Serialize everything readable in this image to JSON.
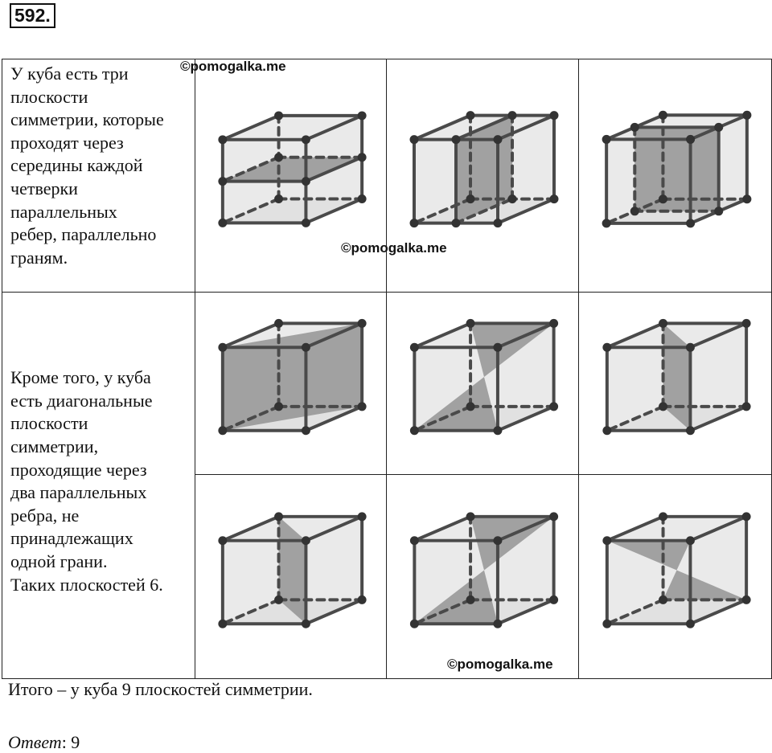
{
  "problem_number": "592.",
  "watermark": "©pomogalka.me",
  "block1_text_lines": [
    "У куба есть три",
    "плоскости",
    "симметрии, которые",
    "проходят через",
    "середины каждой",
    "четверки",
    "параллельных",
    "ребер, параллельно",
    "граням."
  ],
  "block2_text_lines": [
    "Кроме того, у куба",
    "есть диагональные",
    "плоскости",
    "симметрии,",
    "проходящие через",
    "два параллельных",
    "ребра, не",
    "принадлежащих",
    "одной грани.",
    "Таких плоскостей 6."
  ],
  "total_text": "Итого – у куба 9 плоскостей симметрии.",
  "answer_label": "Ответ",
  "answer_value": ": 9",
  "colors": {
    "cube_face": "#d9d9d9",
    "plane": "#8f8f8f",
    "edge": "#4a4a4a",
    "vertex": "#333333"
  }
}
